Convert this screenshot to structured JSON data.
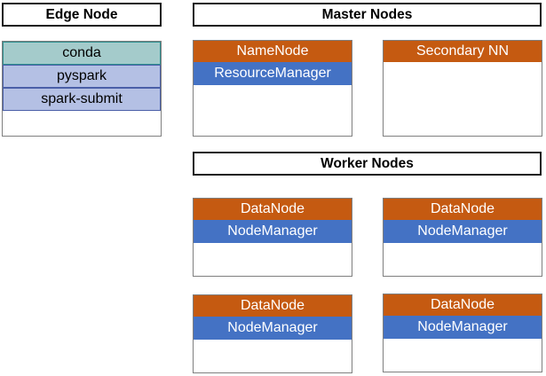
{
  "edge": {
    "title": "Edge Node",
    "items": [
      "conda",
      "pyspark",
      "spark-submit"
    ]
  },
  "master": {
    "title": "Master Nodes",
    "primary": {
      "top": "NameNode",
      "bottom": "ResourceManager"
    },
    "secondary": {
      "top": "Secondary NN"
    }
  },
  "worker": {
    "title": "Worker Nodes",
    "nodes": [
      {
        "top": "DataNode",
        "bottom": "NodeManager"
      },
      {
        "top": "DataNode",
        "bottom": "NodeManager"
      },
      {
        "top": "DataNode",
        "bottom": "NodeManager"
      },
      {
        "top": "DataNode",
        "bottom": "NodeManager"
      }
    ]
  },
  "colors": {
    "service_top": "#c55a11",
    "service_bottom": "#4472c4",
    "edge_first": "#a4cbcb",
    "edge_rest": "#b4c0e4"
  }
}
